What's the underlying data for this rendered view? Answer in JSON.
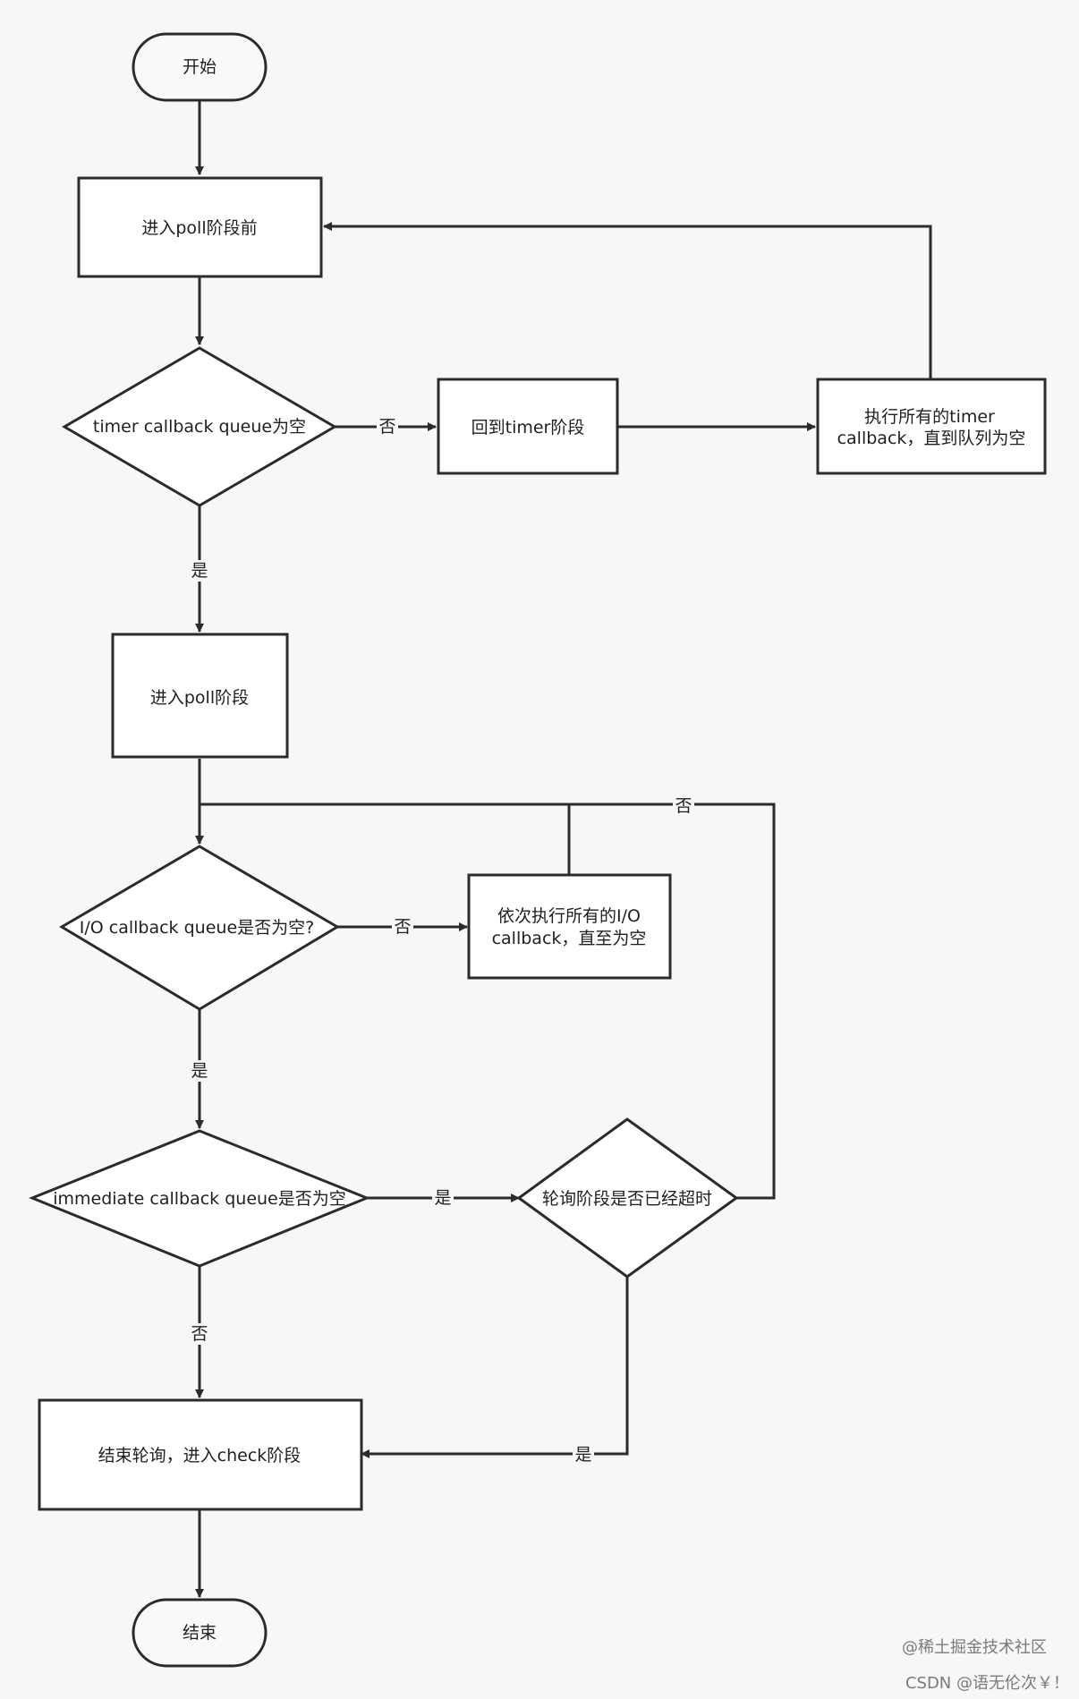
{
  "nodes": {
    "start": "开始",
    "before_poll": "进入poll阶段前",
    "timer_queue_empty": "timer callback queue为空",
    "back_to_timer": "回到timer阶段",
    "run_timers_line1": "执行所有的timer",
    "run_timers_line2": "callback，直到队列为空",
    "enter_poll": "进入poll阶段",
    "io_queue_empty": "I/O callback queue是否为空?",
    "run_io_line1": "依次执行所有的I/O",
    "run_io_line2": "callback，直至为空",
    "immediate_queue_empty": "immediate callback queue是否为空",
    "poll_timeout": "轮询阶段是否已经超时",
    "end_polling": "结束轮询，进入check阶段",
    "end": "结束"
  },
  "edge_labels": {
    "timer_no": "否",
    "timer_yes": "是",
    "io_no": "否",
    "io_yes": "是",
    "immediate_yes": "是",
    "immediate_no": "否",
    "timeout_no": "否",
    "timeout_yes": "是"
  },
  "watermark": {
    "line1": "@稀土掘金技术社区",
    "line2": "CSDN @语无伦次￥！"
  }
}
